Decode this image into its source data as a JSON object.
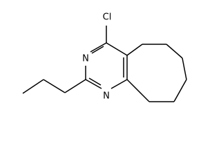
{
  "molecule": {
    "atoms": {
      "chlorine": "Cl",
      "nitrogen_upper": "N",
      "nitrogen_lower": "N"
    }
  }
}
